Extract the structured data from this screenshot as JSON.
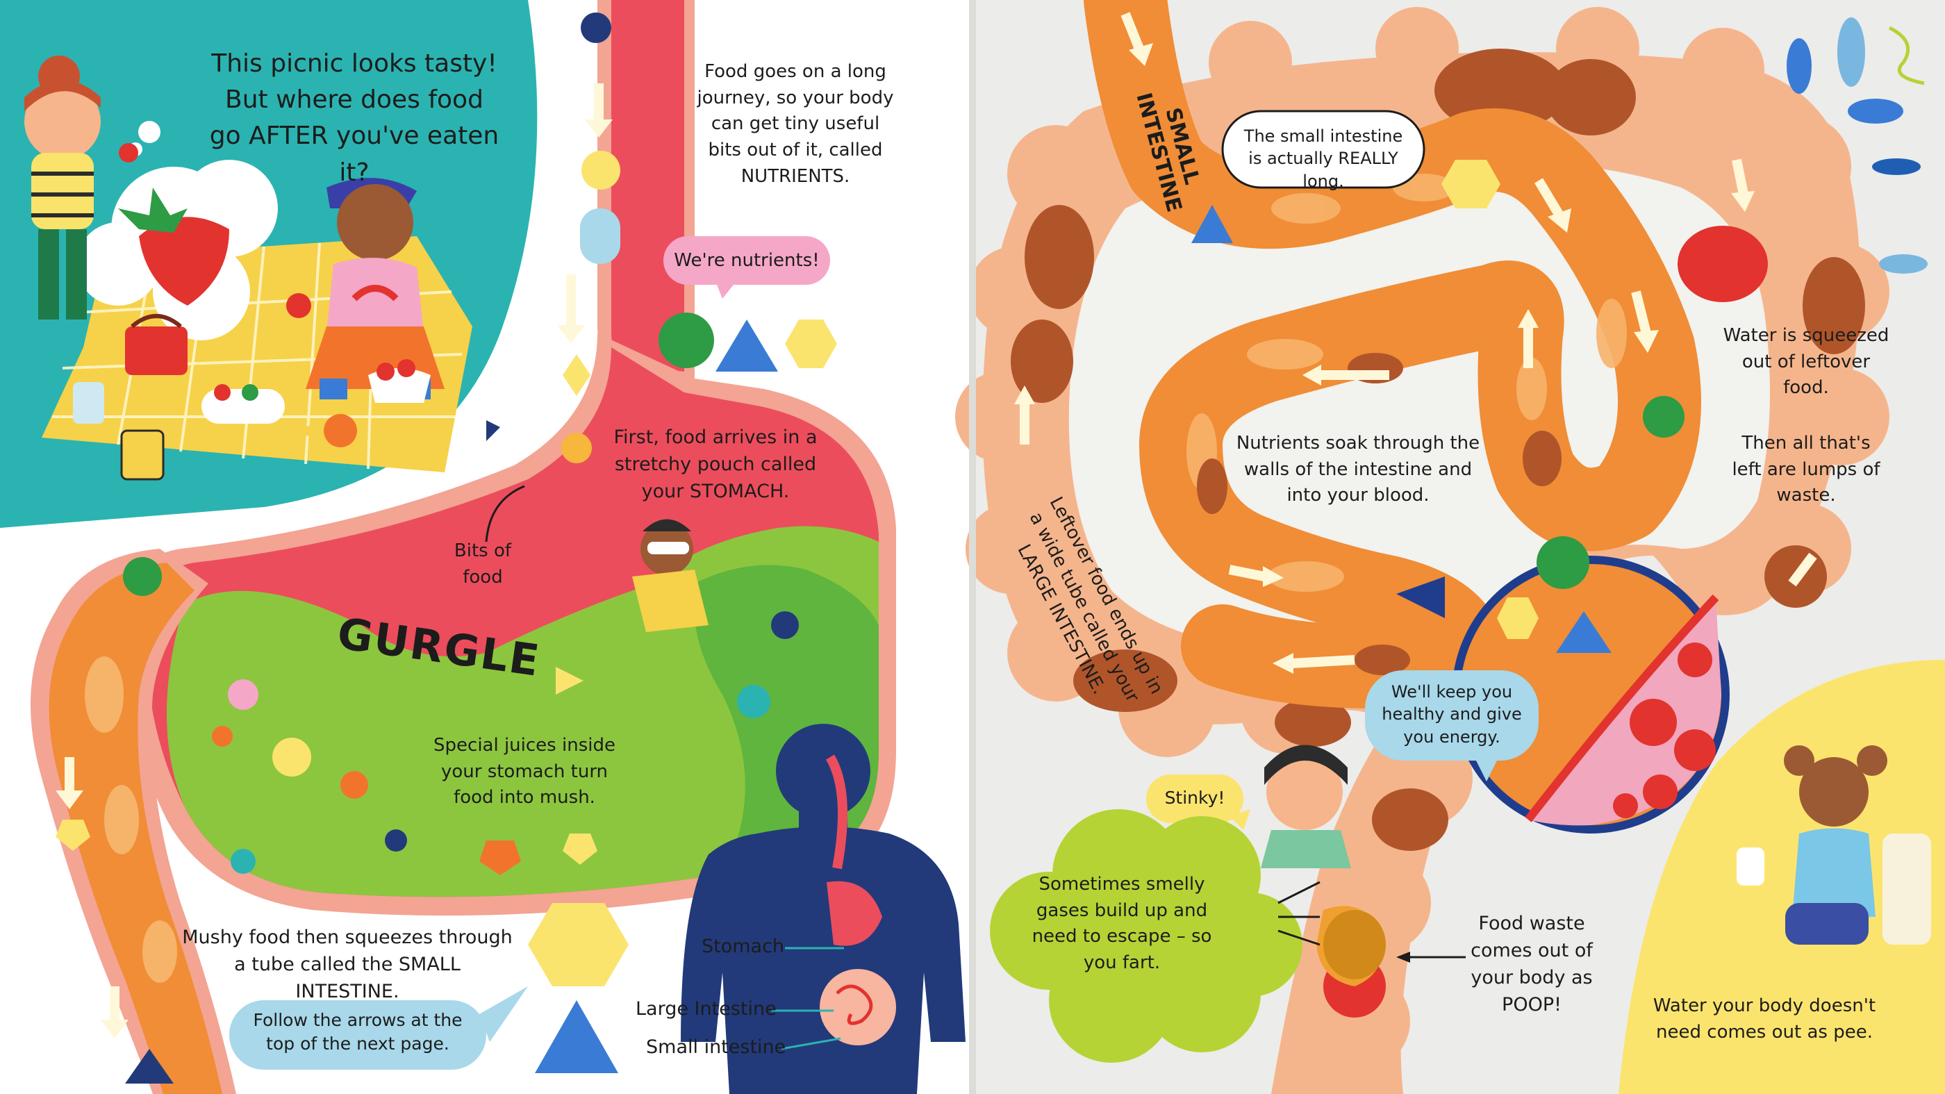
{
  "left_page": {
    "intro": "This picnic looks tasty! But where does food go AFTER you've eaten it?",
    "journey": "Food goes on a long journey, so your body can get tiny useful bits out of it, called NUTRIENTS.",
    "nutrients_speech": "We're nutrients!",
    "stomach_text": "First, food arrives in a stretchy pouch called your STOMACH.",
    "bits_label": "Bits of food",
    "gurgle": "GURGLE",
    "juices_text": "Special juices inside your stomach turn food into mush.",
    "small_intestine_text": "Mushy food then squeezes through a tube called the SMALL INTESTINE.",
    "follow_arrows": "Follow the arrows at the top of the next page.",
    "diagram_labels": {
      "stomach": "Stomach",
      "large_intestine": "Large Intestine",
      "small_intestine": "Small intestine"
    }
  },
  "right_page": {
    "small_intestine_label": "SMALL INTESTINE",
    "really_long": "The small intestine is actually REALLY long.",
    "nutrients_soak": "Nutrients soak through the walls of the intestine and into your blood.",
    "leftover": "Leftover food ends up in a wide tube called your LARGE INTESTINE.",
    "water_squeezed": "Water is squeezed out of leftover food.",
    "lumps_of_waste": "Then all that's left are lumps of waste.",
    "keep_healthy": "We'll keep you healthy and give you energy.",
    "stinky": "Stinky!",
    "smelly_gases": "Sometimes smelly gases build up and need to escape – so you fart.",
    "food_waste": "Food waste comes out of your body as POOP!",
    "pee": "Water your body doesn't need comes out as pee."
  },
  "colors": {
    "teal": "#2bb3b1",
    "stomach_red": "#ec4d5c",
    "stomach_green": "#8cc63f",
    "intestine_orange": "#f08d36",
    "large_intestine_peach": "#f5b58c",
    "poop_brown": "#b0552a",
    "navy": "#223a7a",
    "yellow": "#fbe46e"
  }
}
